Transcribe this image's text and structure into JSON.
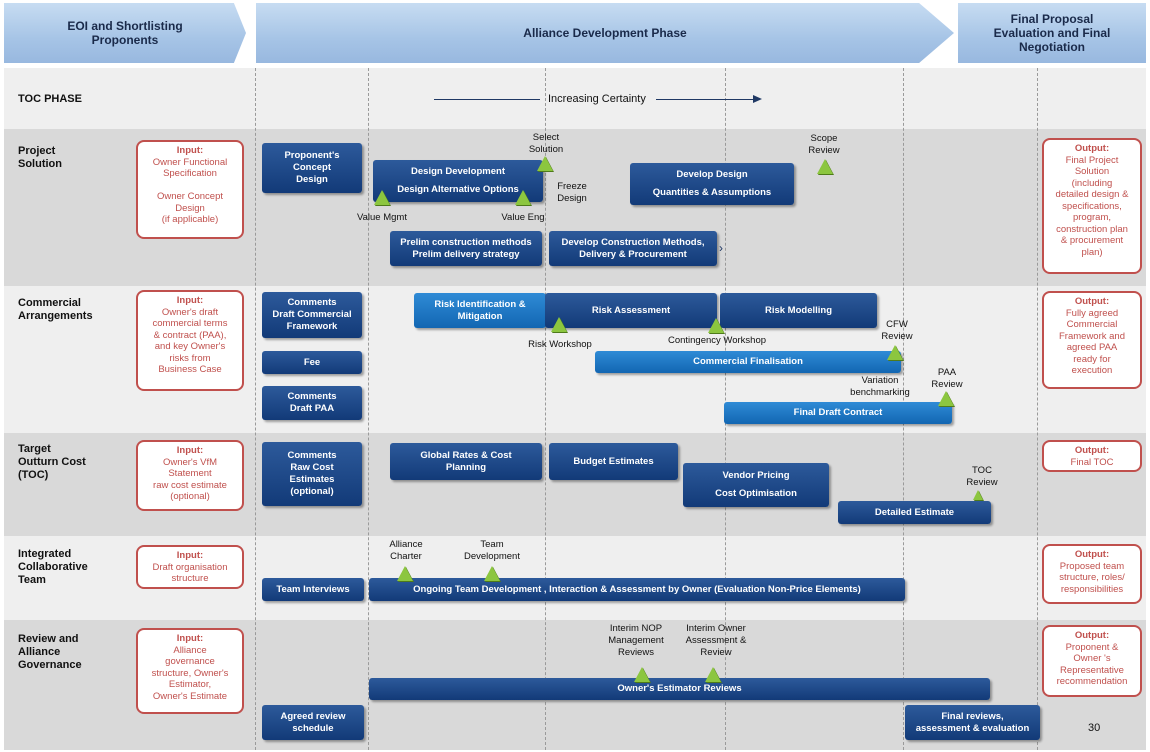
{
  "phases": {
    "eoi": "EOI and Shortlisting\nProponents",
    "alliance": "Alliance Development Phase",
    "final": "Final Proposal\nEvaluation and Final\nNegotiation"
  },
  "toc_phase": {
    "label": "TOC PHASE",
    "certainty": "Increasing Certainty"
  },
  "rows": {
    "project": "Project\nSolution",
    "commercial": "Commercial\nArrangements",
    "target": "Target\nOutturn Cost\n(TOC)",
    "integrated": "Integrated\nCollaborative\nTeam",
    "review": "Review and\nAlliance\nGovernance"
  },
  "inputs": {
    "heading": "Input:",
    "project": "Owner Functional\nSpecification\n\nOwner Concept\nDesign\n(if applicable)",
    "commercial": "Owner's draft\ncommercial terms\n& contract (PAA),\nand key Owner's\nrisks from\nBusiness Case",
    "target": "Owner's VfM\nStatement\nraw cost estimate\n(optional)",
    "integrated": "Draft organisation\nstructure",
    "review": "Alliance\ngovernance\nstructure, Owner's\nEstimator,\nOwner's Estimate"
  },
  "outputs": {
    "heading": "Output:",
    "project": "Final Project\nSolution\n(including\ndetailed design &\nspecifications,\nprogram,\nconstruction plan\n& procurement\nplan)",
    "commercial": "Fully agreed\nCommercial\nFramework and\nagreed PAA\nready for\nexecution",
    "target": "Final TOC",
    "integrated": "Proposed team\nstructure, roles/\nresponsibilities",
    "review": "Proponent &\nOwner 's\nRepresentative\nrecommendation"
  },
  "tasks": {
    "proponent_concept": "Proponent's\nConcept\nDesign",
    "design_dev": "Design Development",
    "design_alt": "Design Alternative Options",
    "develop_design": "Develop Design",
    "quantities": "Quantities & Assumptions",
    "prelim_construction": "Prelim construction methods\nPrelim delivery strategy",
    "develop_construction": "Develop Construction Methods,\nDelivery & Procurement",
    "comments_cf": "Comments\nDraft Commercial\nFramework",
    "fee": "Fee",
    "comments_paa": "Comments\nDraft  PAA",
    "risk_id": "Risk Identification &\nMitigation",
    "risk_assessment": "Risk Assessment",
    "risk_modelling": "Risk Modelling",
    "commercial_final": "Commercial Finalisation",
    "final_draft": "Final Draft Contract",
    "comments_raw": "Comments\nRaw Cost\nEstimates\n(optional)",
    "global_rates": "Global Rates & Cost\nPlanning",
    "budget": "Budget Estimates",
    "vendor": "Vendor Pricing",
    "cost_opt": "Cost Optimisation",
    "detailed_est": "Detailed Estimate",
    "team_interviews": "Team  Interviews",
    "ongoing_team": "Ongoing Team Development , Interaction & Assessment  by Owner (Evaluation Non-Price Elements)",
    "owners_estimator": "Owner's Estimator Reviews",
    "agreed_review": "Agreed review\nschedule",
    "final_reviews": "Final reviews,\nassessment & evaluation"
  },
  "milestones": {
    "select_solution": "Select\nSolution",
    "scope_review": "Scope\nReview",
    "value_mgmt": "Value Mgmt",
    "value_eng": "Value Eng",
    "freeze_design": "Freeze\nDesign",
    "risk_workshop": "Risk Workshop",
    "contingency": "Contingency Workshop",
    "cfw_review": "CFW\nReview",
    "variation": "Variation\nbenchmarking",
    "paa_review": "PAA\nReview",
    "toc_review": "TOC\nReview",
    "alliance_charter": "Alliance\nCharter",
    "team_development": "Team\nDevelopment",
    "interim_nop": "Interim NOP\nManagement\nReviews",
    "interim_owner": "Interim Owner\nAssessment &\nReview"
  },
  "page_number": "30",
  "colors": {
    "task_dark": "#1a4585",
    "task_light": "#1a75c4",
    "milestone": "#8cc63f",
    "input_border": "#c0504d",
    "phase_arrow": "#a6c4e6"
  }
}
